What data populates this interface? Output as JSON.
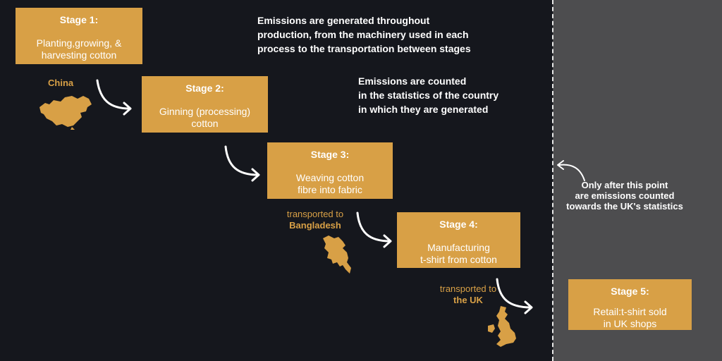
{
  "stages": [
    {
      "title": "Stage 1:",
      "body": "Planting,growing, &\nharvesting cotton"
    },
    {
      "title": "Stage 2:",
      "body": "Ginning (processing)\ncotton"
    },
    {
      "title": "Stage 3:",
      "body": "Weaving cotton\nfibre into fabric"
    },
    {
      "title": "Stage 4:",
      "body": "Manufacturing\nt-shirt from cotton"
    },
    {
      "title": "Stage 5:",
      "body": "Retail:t-shirt sold\nin UK shops"
    }
  ],
  "notes": {
    "emissions_generated": "Emissions are generated throughout\nproduction, from the machinery used in each\nprocess to the transportation between stages",
    "emissions_counted": "Emissions are counted\nin the statistics of  the country\nin which they are generated",
    "uk_point": "Only after this point\nare emissions counted\ntowards the UK's statistics"
  },
  "locations": {
    "china": "China",
    "bangladesh": {
      "label": "transported to",
      "place": "Bangladesh"
    },
    "uk": {
      "label": "transported to",
      "place": "the UK"
    }
  },
  "colors": {
    "background": "#15171d",
    "uk_zone": "#4d4d4f",
    "stage_box": "#d8a046",
    "accent": "#d8a046",
    "text": "#ffffff"
  },
  "icons": [
    "china-map-icon",
    "bangladesh-map-icon",
    "uk-map-icon",
    "curved-arrow-icon"
  ]
}
